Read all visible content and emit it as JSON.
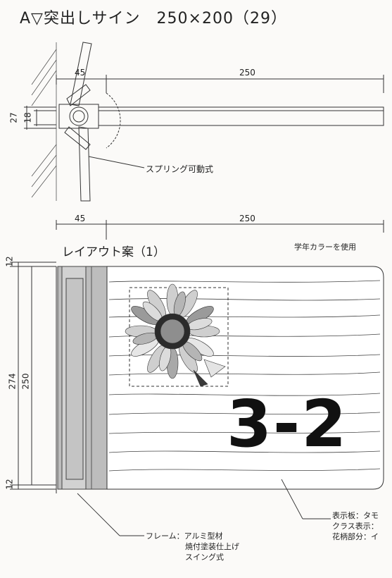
{
  "title": "A▽突出しサイン　250×200（29）",
  "section_top": {
    "dim_left": "45",
    "dim_main": "250",
    "dim_side_outer": "27",
    "dim_side_inner": "18",
    "callout": "スプリング可動式"
  },
  "section_layout": {
    "dim_left": "45",
    "dim_main": "250",
    "layout_title": "レイアウト案（1）",
    "color_note": "学年カラーを使用",
    "dim_top_small": "12",
    "dim_bottom_small": "12",
    "dim_total": "274",
    "dim_inner": "250",
    "class_number": "3-2",
    "callout_board": [
      "表示板：タモ",
      "クラス表示：",
      "花柄部分：イ"
    ],
    "callout_frame": [
      "フレーム：アルミ型材",
      "焼付塗装仕上げ",
      "スイング式"
    ]
  },
  "colors": {
    "line": "#333333",
    "frame_grey": "#b9b9b9",
    "frame_dark": "#8c8c8c",
    "text": "#111111"
  }
}
